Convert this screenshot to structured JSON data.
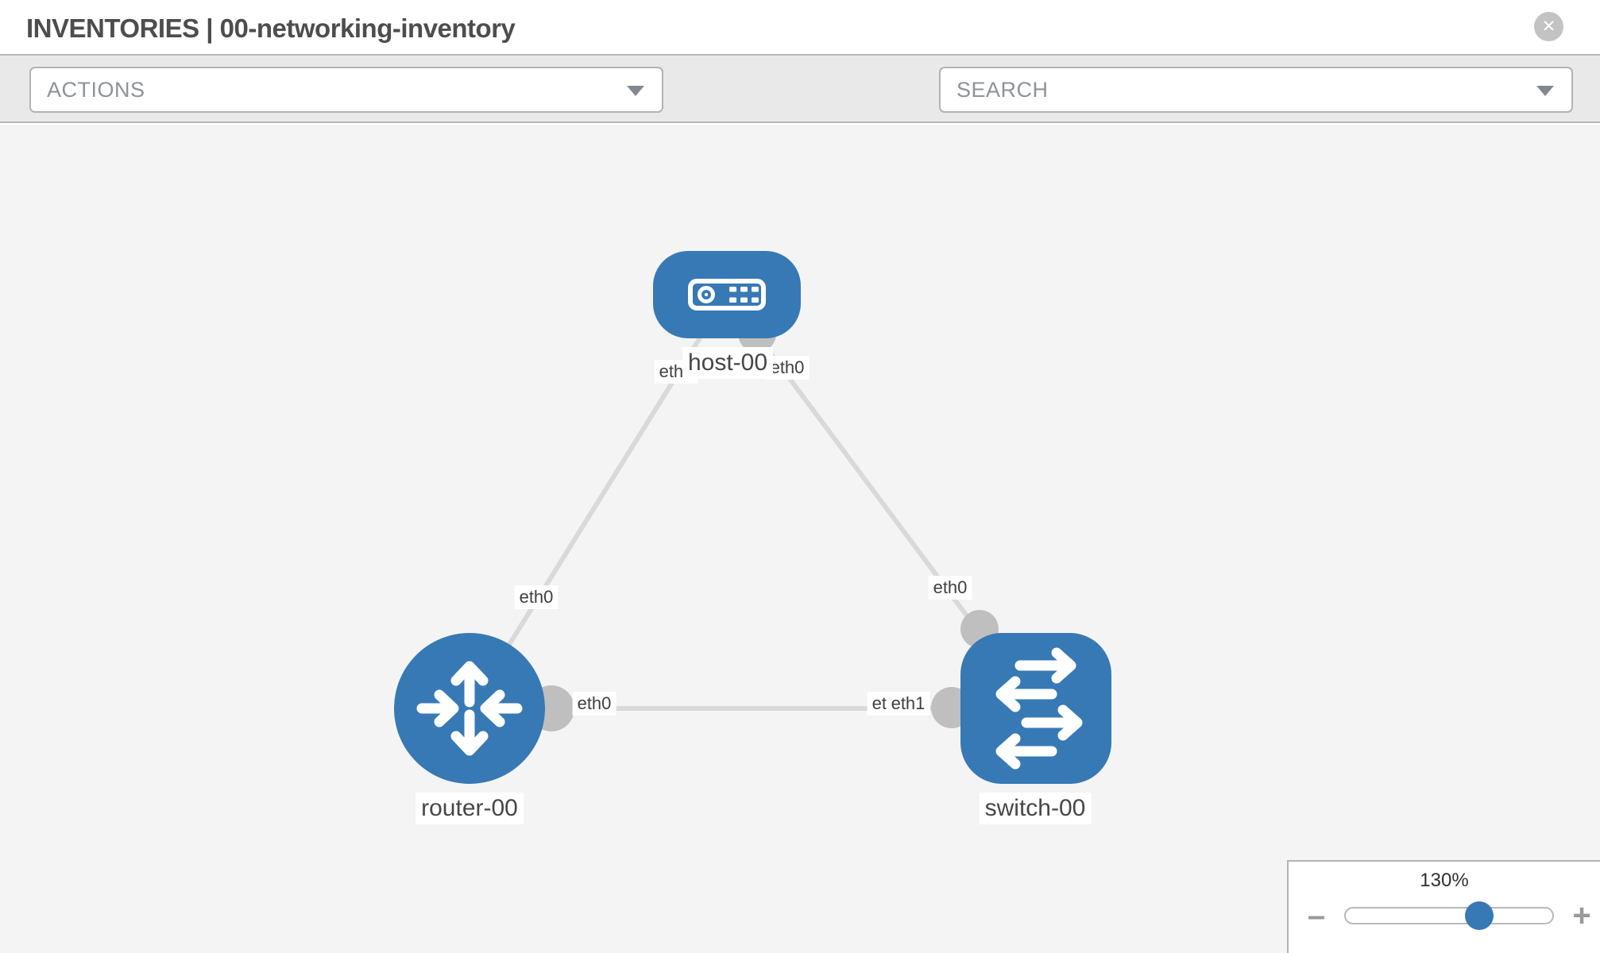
{
  "header": {
    "title": "INVENTORIES | 00-networking-inventory",
    "close_icon_glyph": "✕"
  },
  "toolbar": {
    "actions_label": "ACTIONS",
    "search_placeholder": "SEARCH",
    "icons": [
      "wrench-icon",
      "key-icon"
    ]
  },
  "canvas": {
    "nodes": [
      {
        "label": "host-00",
        "type": "host",
        "icon": "host-device-icon"
      },
      {
        "label": "router-00",
        "type": "router",
        "icon": "router-arrows-icon"
      },
      {
        "label": "switch-00",
        "type": "switch",
        "icon": "switch-arrows-icon"
      }
    ],
    "links": [
      {
        "from": "host-00",
        "to": "router-00"
      },
      {
        "from": "host-00",
        "to": "switch-00"
      },
      {
        "from": "router-00",
        "to": "switch-00"
      }
    ],
    "interface_labels": [
      {
        "text": "eth0",
        "position": "host-bottom-left"
      },
      {
        "text": "eth0",
        "position": "host-bottom-right"
      },
      {
        "text": "eth0",
        "position": "link-host-router"
      },
      {
        "text": "eth0",
        "position": "link-host-switch"
      },
      {
        "text": "eth0",
        "position": "link-router-switch-near-router"
      },
      {
        "text": "eth0",
        "position": "link-router-switch-near-switch-under"
      },
      {
        "text": "eth1",
        "position": "link-router-switch-near-switch"
      }
    ]
  },
  "zoom_control": {
    "value": "130%",
    "percent": 130,
    "minus_glyph": "–",
    "plus_glyph": "+"
  },
  "colors": {
    "node_blue": "#3779b5",
    "link_gray": "#d9d9d9",
    "connector_gray": "#bfbfbf",
    "toolbar_bg": "#e9e9e9",
    "canvas_bg": "#f4f4f4"
  }
}
